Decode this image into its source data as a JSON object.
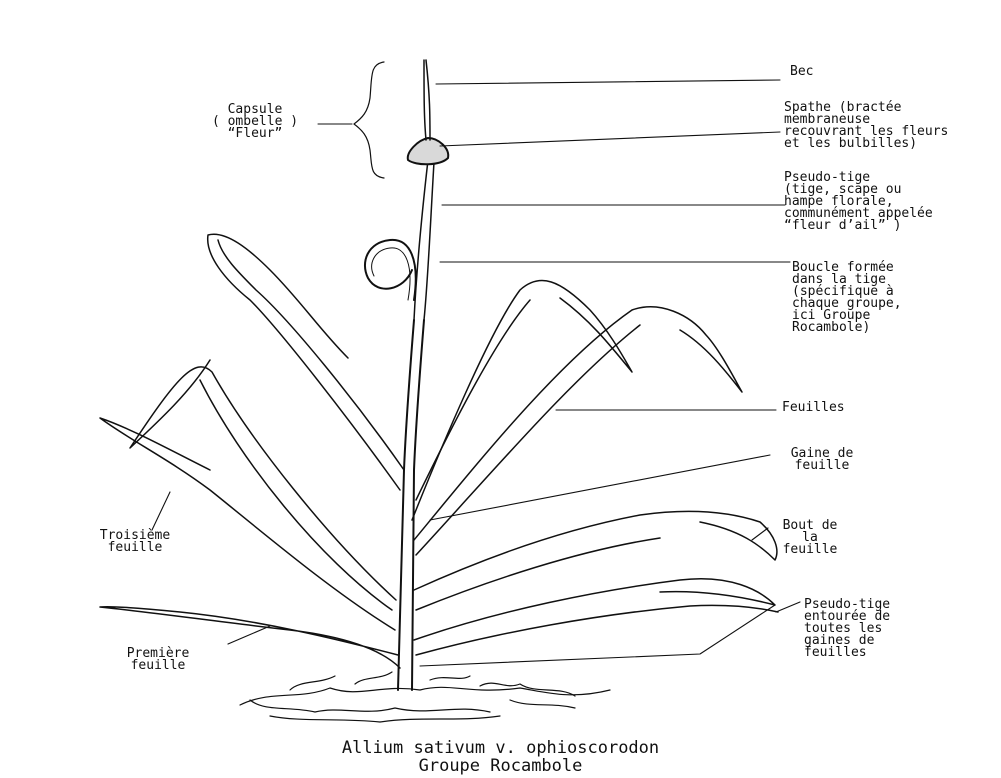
{
  "labels": {
    "capsule": "Capsule\n( ombelle )\n“Fleur”",
    "bec": "Bec",
    "spathe": "Spathe (bractée\nmembraneuse\nrecouvrant les fleurs\net les bulbilles)",
    "pseudo_tige": "Pseudo-tige\n(tige, scape ou\nhampe florale,\ncommunément appelée\n“fleur d’ail” )",
    "boucle": "Boucle formée\ndans la tige\n(spécifique à\nchaque groupe,\nici Groupe\nRocambole)",
    "feuilles": "Feuilles",
    "gaine": "Gaine de\nfeuille",
    "bout": "Bout de\nla\nfeuille",
    "pseudo_tige_entouree": "Pseudo-tige\nentourée de\ntoutes les\ngaines de\nfeuilles",
    "troisieme": "Troisième\nfeuille",
    "premiere": "Première\nfeuille"
  },
  "caption": {
    "line1": "Allium sativum v. ophioscorodon",
    "line2": "Groupe  Rocambole"
  }
}
